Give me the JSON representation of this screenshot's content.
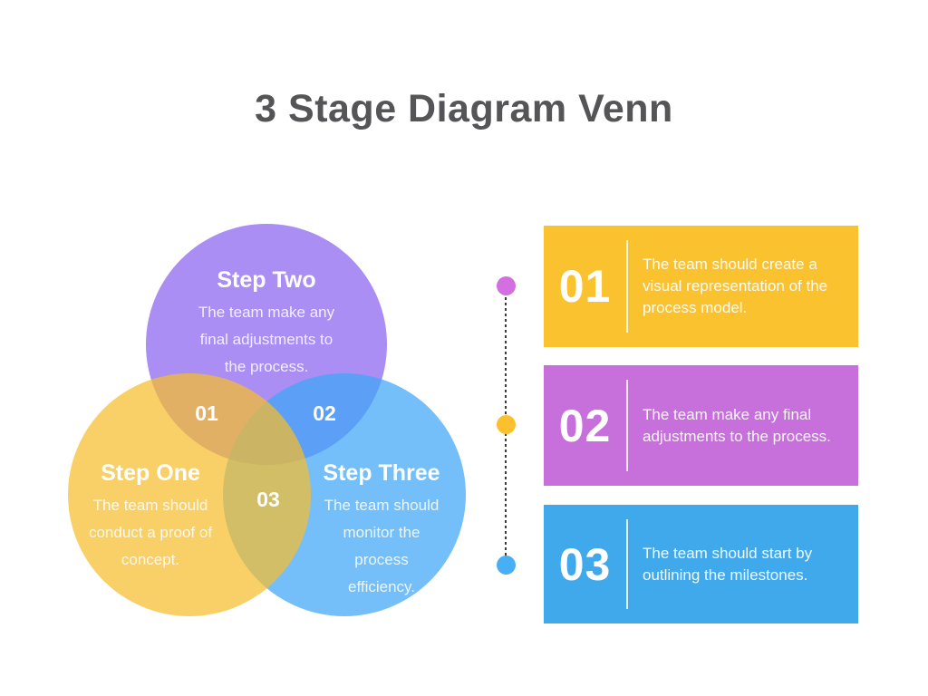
{
  "title": "3 Stage Diagram Venn",
  "venn": {
    "steps": [
      {
        "title": "Step One",
        "body": "The team should conduct a proof of concept."
      },
      {
        "title": "Step Two",
        "body": "The team make any final adjustments to the process."
      },
      {
        "title": "Step Three",
        "body": "The team should monitor the process efficiency."
      }
    ],
    "intersections": [
      {
        "label": "01"
      },
      {
        "label": "02"
      },
      {
        "label": "03"
      }
    ]
  },
  "timeline": {
    "line_color": "#3b3b3b",
    "dots": [
      {
        "name": "dot-1",
        "color": "#D36FE1"
      },
      {
        "name": "dot-2",
        "color": "#FBC02D"
      },
      {
        "name": "dot-3",
        "color": "#47AFF4"
      }
    ]
  },
  "cards": [
    {
      "number": "01",
      "text": "The team should create a visual representation of the process model.",
      "color": "#FBC230"
    },
    {
      "number": "02",
      "text": "The team make any final adjustments to the process.",
      "color": "#C76FDB"
    },
    {
      "number": "03",
      "text": "The team should start by outlining the milestones.",
      "color": "#3FA9EC"
    }
  ],
  "colors": {
    "title_text": "#555558",
    "circle_purple": "rgba(142,104,239,0.75)",
    "circle_yellow": "rgba(247,190,45,0.72)",
    "circle_blue": "rgba(62,166,246,0.72)"
  }
}
